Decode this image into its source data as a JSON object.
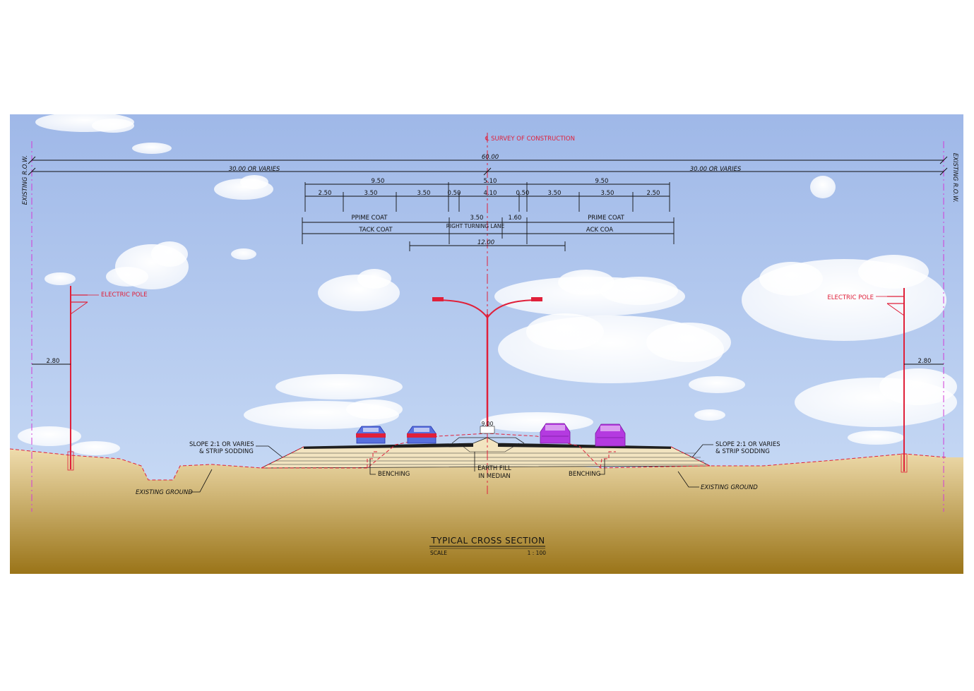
{
  "colors": {
    "sky_top": "#9fb8e8",
    "sky_bottom": "#cfe0f7",
    "ground_top": "#efdcad",
    "ground_bottom": "#9a7418",
    "design_red": "#e0203a",
    "row_magenta": "#d23ad8",
    "car_blue": "#4a63d6",
    "car_purple": "#b43ae0"
  },
  "centerline_label": "℄ SURVEY OF CONSTRUCTION",
  "row": {
    "left_label": "EXISTING R.O.W.",
    "right_label": "EXISTING R.O.W.",
    "total_width": "60.00",
    "left_half": "30.00 OR VARIES",
    "right_half": "30.00 OR VARIES"
  },
  "dimensions": {
    "left_carriageway": "9.50",
    "median": "5.10",
    "right_carriageway": "9.50",
    "left_segments": [
      "2.50",
      "3.50",
      "3.50",
      "0.50"
    ],
    "median_inner": "4.10",
    "right_segments": [
      "0.50",
      "3.50",
      "3.50",
      "2.50"
    ],
    "turning_lane_width": "3.50",
    "median_island": "1.60",
    "pavement_12": "12.00",
    "pole_offset_left": "2.80",
    "pole_offset_right": "2.80",
    "lamp_height": "9.00"
  },
  "coats": {
    "left_prime": "PPIME COAT",
    "left_tack": "TACK COAT",
    "turning_lane": "RIGHT TURNING LANE",
    "right_prime": "PRIME COAT",
    "right_tack": "ACK COA"
  },
  "annotations": {
    "electric_pole_left": "ELECTRIC POLE",
    "electric_pole_right": "ELECTRIC POLE",
    "slope_left_line1": "SLOPE 2:1 OR VARIES",
    "slope_left_line2": "& STRIP SODDING",
    "slope_right_line1": "SLOPE 2:1 OR VARIES",
    "slope_right_line2": "& STRIP SODDING",
    "benching_left": "BENCHING",
    "benching_right": "BENCHING",
    "earth_fill_line1": "EARTH FILL",
    "earth_fill_line2": "IN MEDIAN",
    "existing_ground_left": "EXISTING GROUND",
    "existing_ground_right": "EXISTING GROUND"
  },
  "title_block": {
    "title": "TYPICAL CROSS SECTION",
    "scale_label": "SCALE",
    "scale_value": "1 : 100"
  }
}
